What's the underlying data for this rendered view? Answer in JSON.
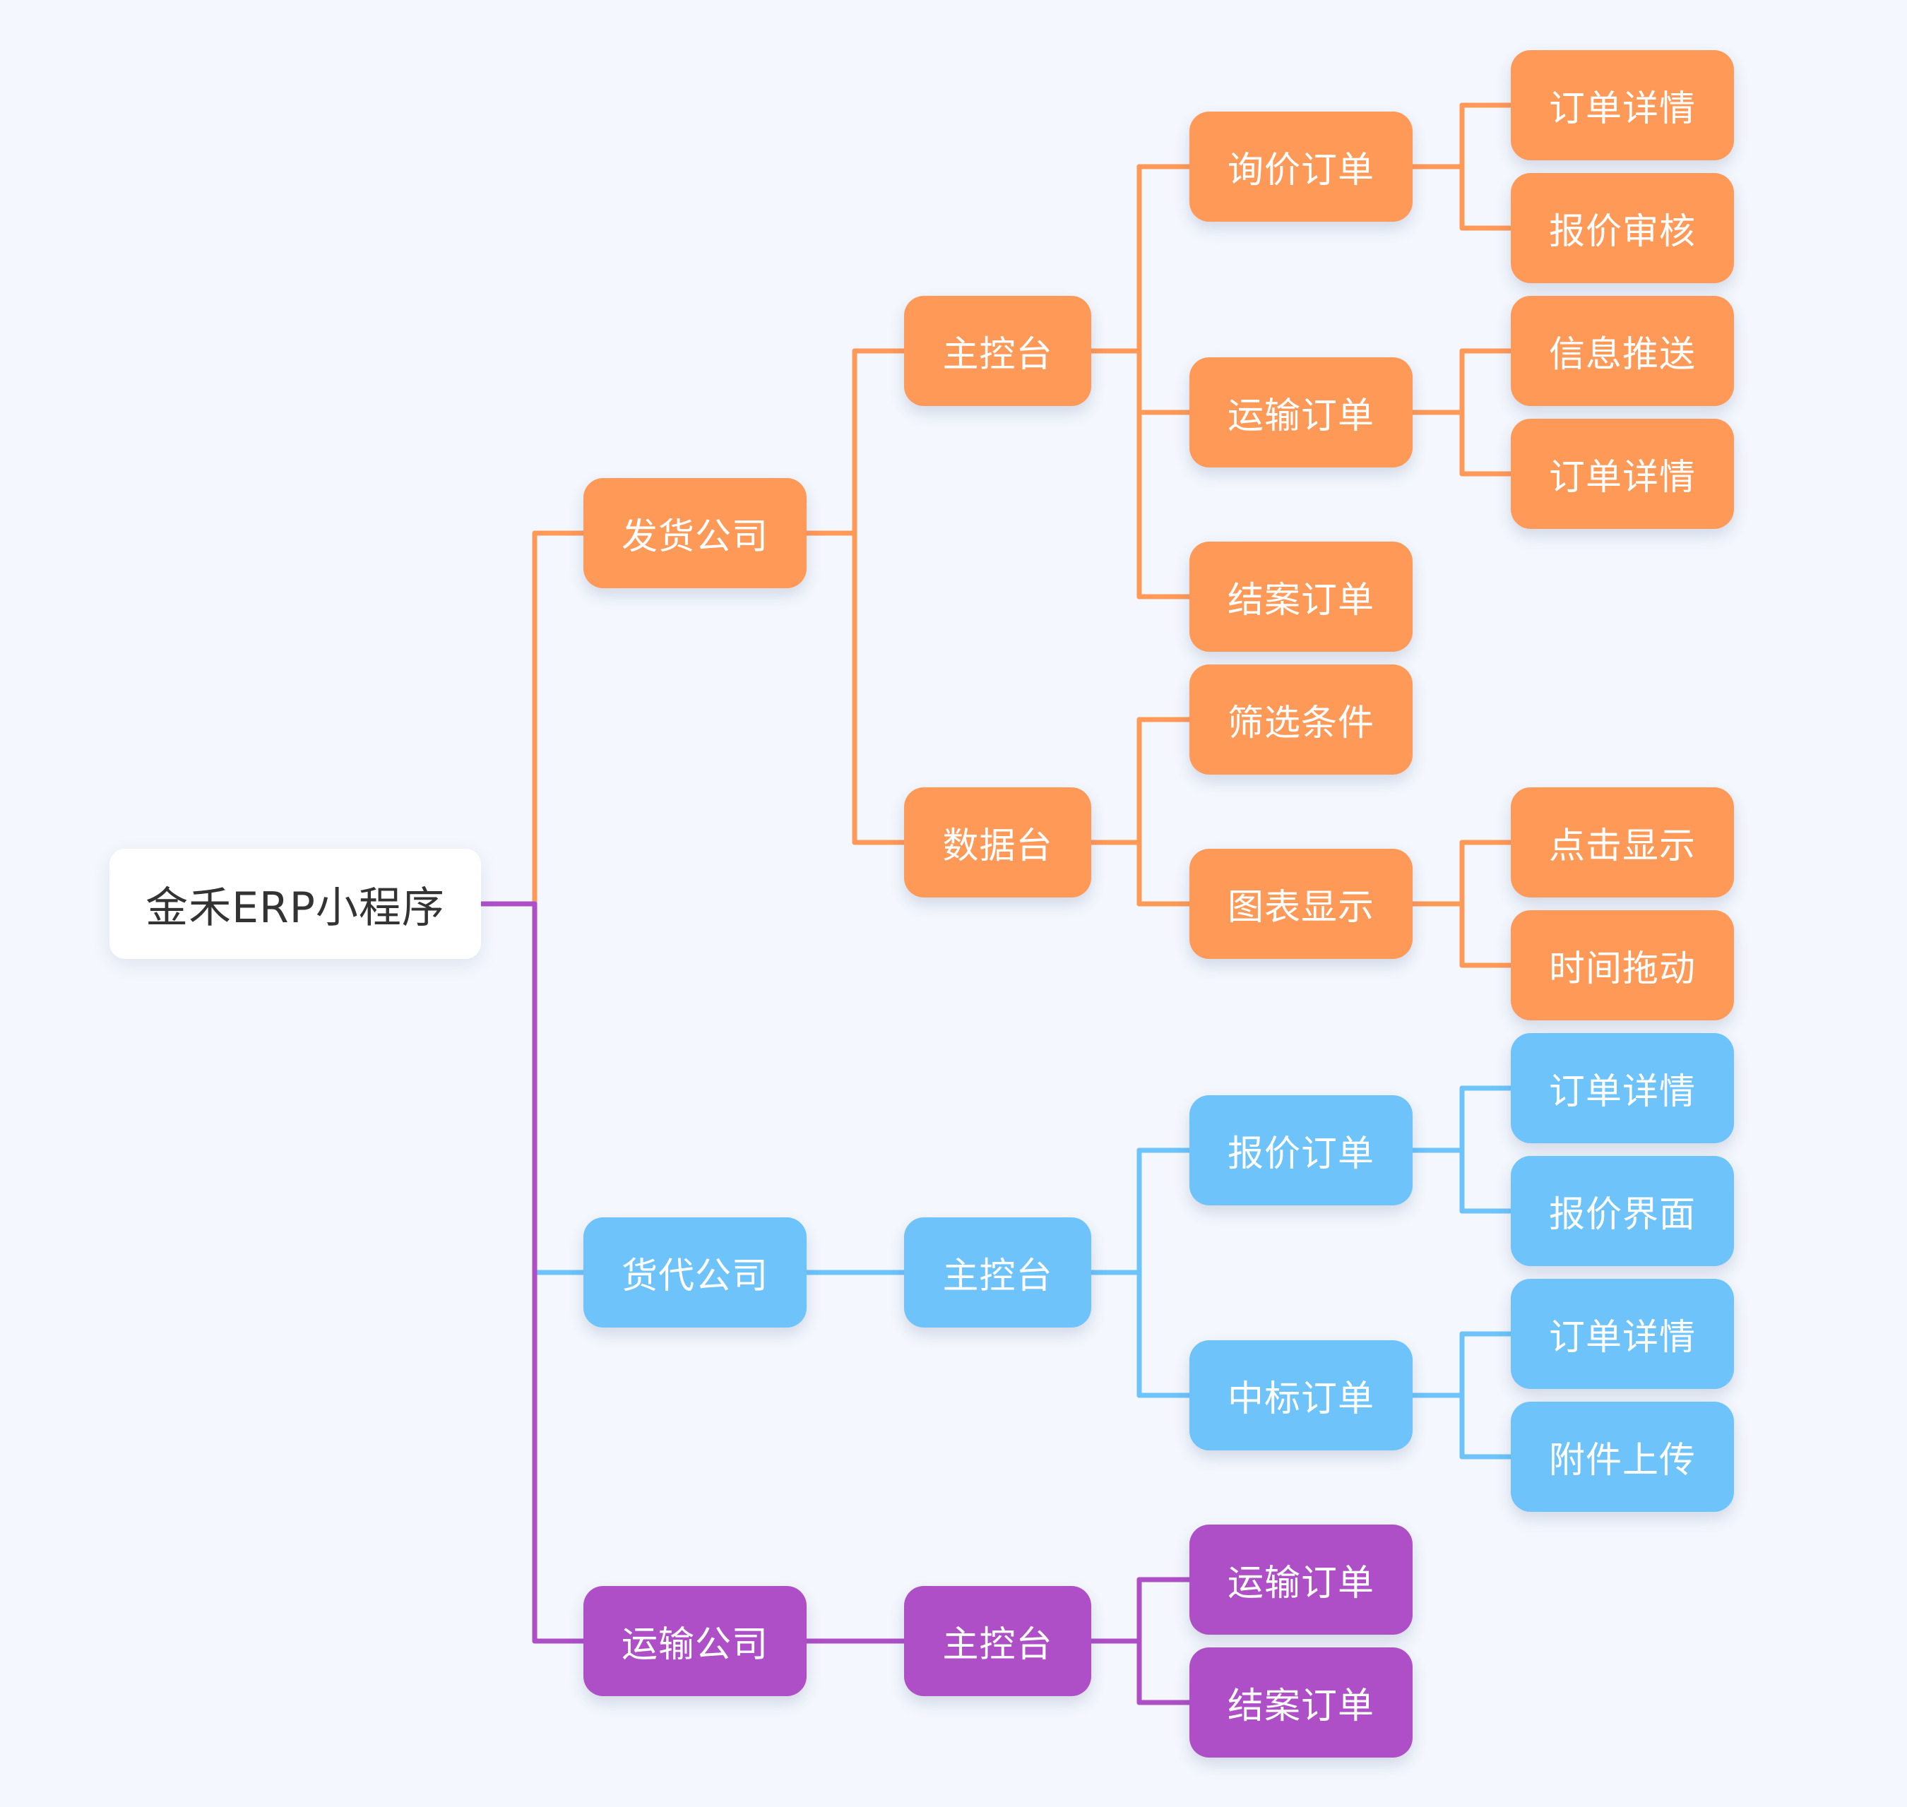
{
  "diagram_type": "mind-map",
  "colors": {
    "background": "#f4f7fd",
    "orange": "#ff9958",
    "blue": "#6ec3fb",
    "purple": "#ae4fc7",
    "root_bg": "#ffffff",
    "root_text": "#333333"
  },
  "root": {
    "label": "金禾ERP小程序",
    "children": [
      {
        "label": "发货公司",
        "color": "orange",
        "children": [
          {
            "label": "主控台",
            "children": [
              {
                "label": "询价订单",
                "children": [
                  {
                    "label": "订单详情"
                  },
                  {
                    "label": "报价审核"
                  }
                ]
              },
              {
                "label": "运输订单",
                "children": [
                  {
                    "label": "信息推送"
                  },
                  {
                    "label": "订单详情"
                  }
                ]
              },
              {
                "label": "结案订单"
              }
            ]
          },
          {
            "label": "数据台",
            "children": [
              {
                "label": "筛选条件"
              },
              {
                "label": "图表显示",
                "children": [
                  {
                    "label": "点击显示"
                  },
                  {
                    "label": "时间拖动"
                  }
                ]
              }
            ]
          }
        ]
      },
      {
        "label": "货代公司",
        "color": "blue",
        "children": [
          {
            "label": "主控台",
            "children": [
              {
                "label": "报价订单",
                "children": [
                  {
                    "label": "订单详情"
                  },
                  {
                    "label": "报价界面"
                  }
                ]
              },
              {
                "label": "中标订单",
                "children": [
                  {
                    "label": "订单详情"
                  },
                  {
                    "label": "附件上传"
                  }
                ]
              }
            ]
          }
        ]
      },
      {
        "label": "运输公司",
        "color": "purple",
        "children": [
          {
            "label": "主控台",
            "children": [
              {
                "label": "运输订单"
              },
              {
                "label": "结案订单"
              }
            ]
          }
        ]
      }
    ]
  }
}
